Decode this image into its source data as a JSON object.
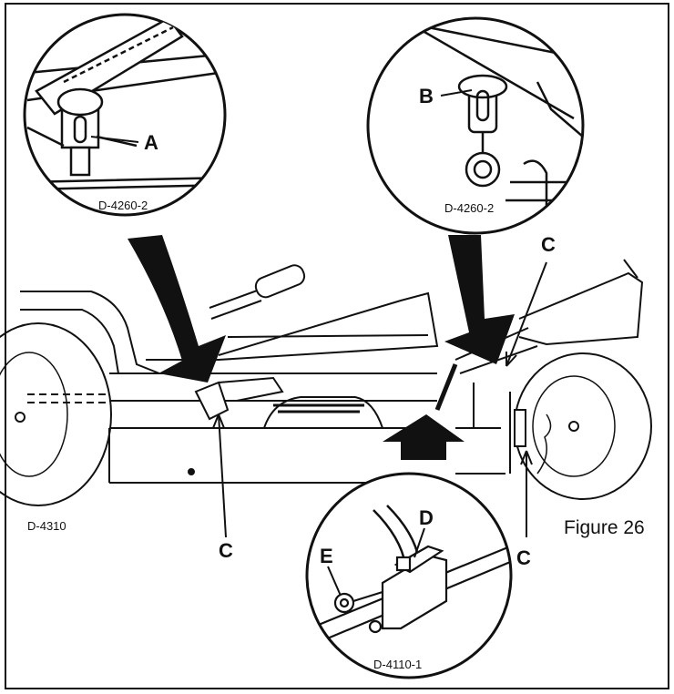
{
  "figure": {
    "caption": "Figure 26"
  },
  "insets": {
    "top_left": {
      "code": "D-4260-2",
      "label": "A"
    },
    "top_right": {
      "code": "D-4260-2",
      "label": "B"
    },
    "bottom": {
      "code": "D-4110-1",
      "labels": [
        "D",
        "E"
      ]
    }
  },
  "main_view": {
    "code": "D-4310"
  },
  "callouts": {
    "c": "C"
  },
  "colors": {
    "ink": "#111111",
    "paper": "#ffffff"
  }
}
